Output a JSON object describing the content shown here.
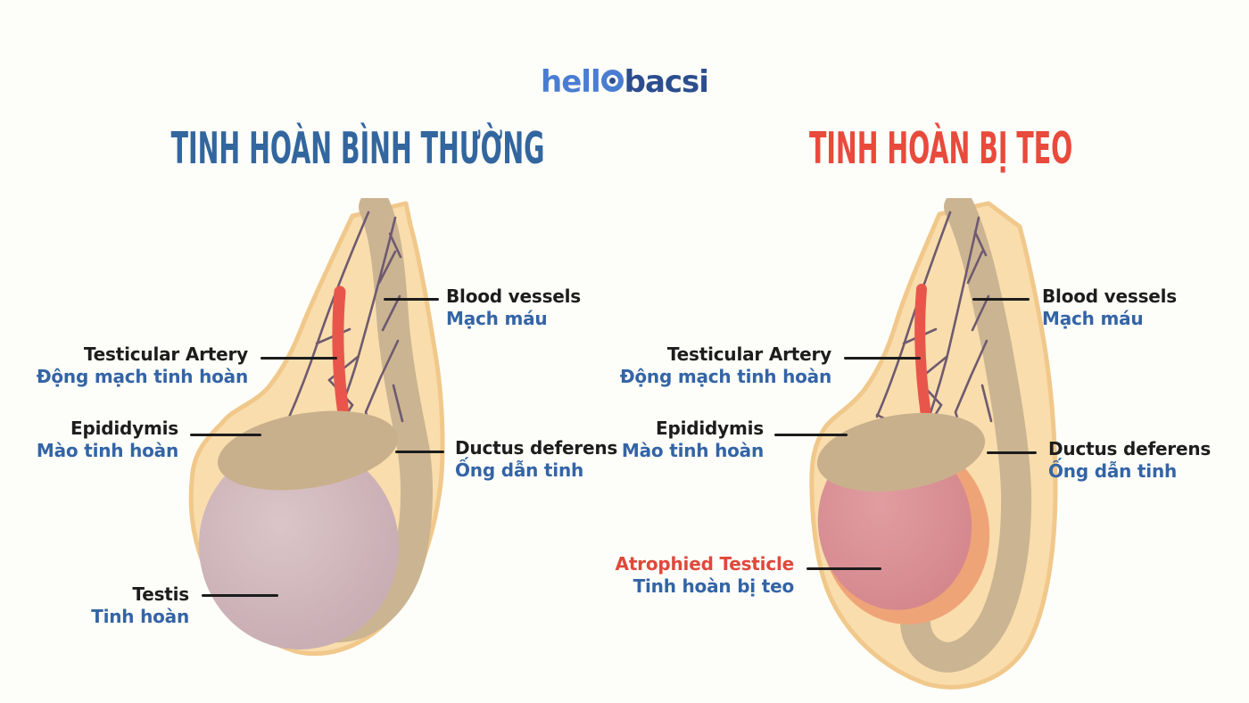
{
  "logo": {
    "text": "hellobacsi",
    "part1": "hell",
    "part2": "bacsi",
    "color_hello": "#4a7dd2",
    "color_bacsi": "#2c4e8e"
  },
  "left_panel": {
    "title": "TINH HOÀN BÌNH THƯỜNG",
    "title_color": "#33669e",
    "labels": {
      "blood_vessels": {
        "en": "Blood vessels",
        "vi": "Mạch máu"
      },
      "testicular_artery": {
        "en": "Testicular Artery",
        "vi": "Động mạch tinh hoàn"
      },
      "epididymis": {
        "en": "Epididymis",
        "vi": "Mào tinh hoàn"
      },
      "ductus_deferens": {
        "en": "Ductus deferens",
        "vi": "Ống dẫn tinh"
      },
      "testis": {
        "en": "Testis",
        "vi": "Tinh hoàn"
      }
    }
  },
  "right_panel": {
    "title": "TINH HOÀN BỊ TEO",
    "title_color": "#e84a3c",
    "labels": {
      "blood_vessels": {
        "en": "Blood vessels",
        "vi": "Mạch máu"
      },
      "testicular_artery": {
        "en": "Testicular Artery",
        "vi": "Động mạch tinh hoàn"
      },
      "epididymis": {
        "en": "Epididymis",
        "vi": "Mào tinh hoàn"
      },
      "ductus_deferens": {
        "en": "Ductus deferens",
        "vi": "Ống dẫn tinh"
      },
      "atrophied_testicle": {
        "en": "Atrophied Testicle",
        "en_color": "#e0483c",
        "vi": "Tinh hoàn bị teo"
      }
    }
  },
  "colors": {
    "background": "#fdfef9",
    "label_en": "#1d1d1d",
    "label_vi": "#3464a6",
    "connector": "#1c1c1c",
    "skin": "#f9ddac",
    "skin_edge": "#f1c88b",
    "tissue_tan": "#cbb492",
    "epididymis_tan": "#c9b08c",
    "vessel": "#6e5a70",
    "artery_red": "#e8564b",
    "testis_normal": "#c5a9b0",
    "testis_normal_light": "#dbc5c8",
    "testis_atrophied": "#d2848a",
    "testis_atrophied_light": "#e19da1",
    "atrophy_rim": "#efa478"
  }
}
